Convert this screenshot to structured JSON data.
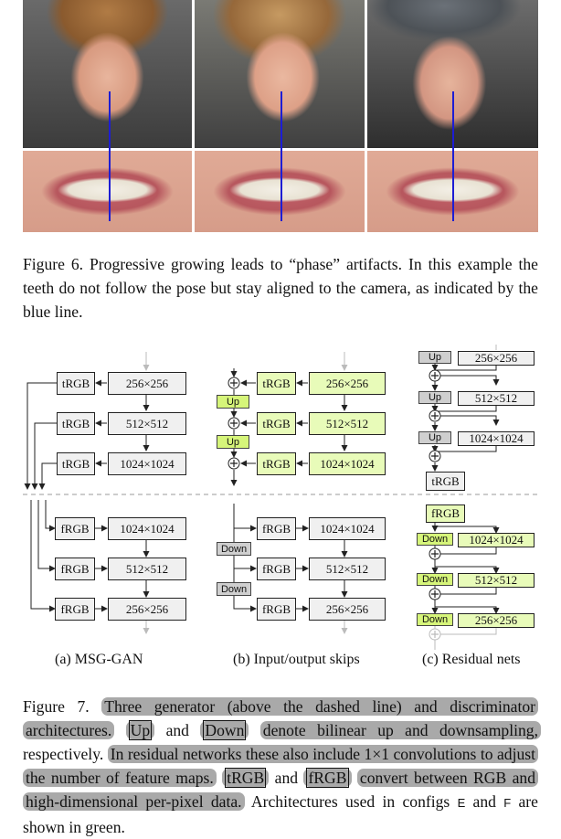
{
  "figure6": {
    "caption": "Figure 6. Progressive growing leads to “phase” artifacts. In this example the teeth do not follow the pose but stay aligned to the camera, as indicated by the blue line."
  },
  "figure7": {
    "caption_prefix": "Figure 7.",
    "hl1": "Three generator (above the dashed line) and discriminator architectures.",
    "up": "Up",
    "and1": "and",
    "down": "Down",
    "hl2": "denote bilinear up and downsampling,",
    "respectively": "respectively.",
    "hl3": "In residual networks these also include 1×1 convolutions to adjust the number of feature maps.",
    "trgb": "tRGB",
    "and2": "and",
    "frgb": "fRGB",
    "hl4": "convert between RGB and high-dimensional per-pixel data.",
    "tail_a": "Architectures used in configs",
    "cfg_e": "E",
    "tail_and": "and",
    "cfg_f": "F",
    "tail_b": "are shown in green."
  },
  "diagram": {
    "panel_a_label": "(a) MSG-GAN",
    "panel_b_label": "(b) Input/output skips",
    "panel_c_label": "(c) Residual nets",
    "res_256": "256×256",
    "res_512": "512×512",
    "res_1024": "1024×1024",
    "trgb": "tRGB",
    "frgb": "fRGB",
    "up": "Up",
    "down": "Down",
    "plus": "+"
  },
  "colors": {
    "green_box": "#e8fbb9",
    "green_tag": "#d6f57a",
    "gray_box": "#f0f0f0",
    "highlight": "#a9a9a9",
    "blue_line": "#1d1dd4"
  }
}
